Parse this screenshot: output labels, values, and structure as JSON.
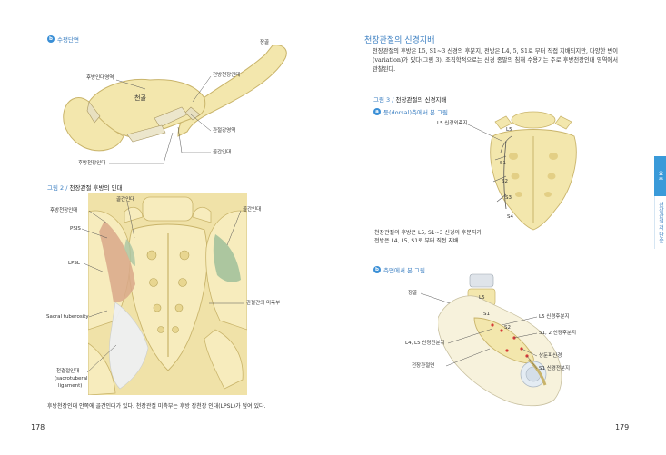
{
  "left_page": {
    "section_b_badge": "b",
    "section_b_title": "수평단면",
    "diagram1_labels": {
      "sacrum": "천골",
      "ilium": "장골",
      "posterior_interosseous": "후방인대영역",
      "anterior_sacroiliac": "전방천장인대",
      "joint_space": "관절강영역",
      "posterior_sacroiliac": "후방천장인대",
      "interosseous": "골간인대"
    },
    "figure2": {
      "number": "그림 2 /",
      "title": "천장관절 후방의 인대"
    },
    "diagram2_labels": {
      "posterior_sacroiliac": "후방천장인대",
      "interosseous": "골간인대",
      "psis": "PSIS",
      "interosseous_right": "골간인대",
      "lpsl": "LPSL",
      "sacral_tuberosity": "Sacral tuberosity",
      "joint_end": "관절간의 미측부",
      "sacrotuberous_line1": "천결절인대",
      "sacrotuberous_line2": "(sacrotuberal",
      "sacrotuberous_line3": "ligament)"
    },
    "caption": "후방천장인대 안쪽에 골간인대가 있다. 천장관절 미측부는 후방 장천장 인대(LPSL)가 덮여 있다.",
    "page_number": "178"
  },
  "right_page": {
    "section_title": "천장관절의 신경지배",
    "paragraph": "천장관절의 후방은 L5, S1~3 신경의 후분지, 전방은 L4, 5, S1로 부터 직접 지배되지만, 다양한 변이(variation)가 있다(그림 3). 조직학적으로는 신경 종말의 침해 수용기는 주로 후방천장인대 영역에서 관찰된다.",
    "figure3": {
      "number": "그림 3 /",
      "title": "천장관절의 신경지배"
    },
    "sub_a_badge": "a",
    "sub_a_title": "등(dorsal)측에서 본 그림",
    "diagram_a_labels": {
      "l5_nerve": "L5 신경외측지",
      "l5": "L5",
      "s1": "S1",
      "s2": "S2",
      "s3": "S3",
      "s4": "S4"
    },
    "caption_a_line1": "천장관절의 후방은 L5, S1~3 신경의 후분지가",
    "caption_a_line2": "전방은 L4, L5, S1로 부터 직접 지배",
    "sub_b_badge": "b",
    "sub_b_title": "측면에서 본 그림",
    "diagram_b_labels": {
      "ilium": "장골",
      "l5": "L5",
      "s1": "S1",
      "s2": "S2",
      "l5_posterior": "L5 신경후분지",
      "s12_posterior": "S1, 2 신경후분지",
      "l45_anterior": "L4, L5 신경전분지",
      "superior_gluteal": "상둔피신경",
      "sacroiliac_joint": "천장관절면",
      "s1_anterior": "S1 신경전분지"
    },
    "page_number": "179",
    "side_tabs": {
      "active": "요추",
      "inactive": "천장관절 저 단순"
    }
  },
  "colors": {
    "accent_blue": "#3a7ec1",
    "tab_blue": "#3a9ad9",
    "bone_fill": "#f3e7ad",
    "bone_stroke": "#c9b46a",
    "ligament_red": "#d9a88a",
    "ligament_green": "#9fbf9a",
    "nerve_red": "#d63a3a"
  }
}
